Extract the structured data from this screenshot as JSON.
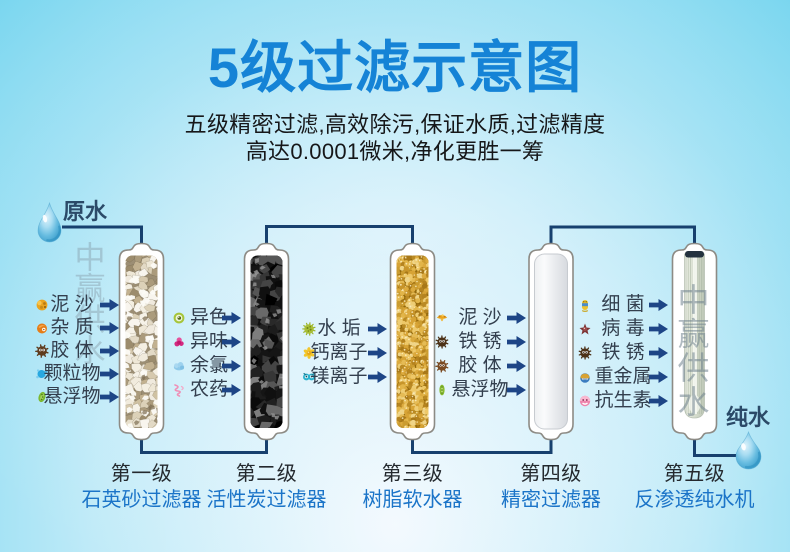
{
  "page": {
    "title": "5级过滤示意图",
    "subtitle_line1": "五级精密过滤,高效除污,保证水质,过滤精度",
    "subtitle_line2": "高达0.0001微米,净化更胜一筹"
  },
  "flow": {
    "source_label": "原水",
    "pure_label": "纯水"
  },
  "watermark": {
    "text": "中赢供水"
  },
  "stages": [
    {
      "tier": "第一级",
      "name": "石英砂过滤器",
      "media": "quartz"
    },
    {
      "tier": "第二级",
      "name": "活性炭过滤器",
      "media": "carbon"
    },
    {
      "tier": "第三级",
      "name": "树脂软水器",
      "media": "resin"
    },
    {
      "tier": "第四级",
      "name": "精密过滤器",
      "media": "pp"
    },
    {
      "tier": "第五级",
      "name": "反渗透纯水机",
      "media": "ro"
    }
  ],
  "contaminant_columns": [
    {
      "items": [
        {
          "icon": "sediment-icon",
          "label": "泥 沙"
        },
        {
          "icon": "impurity-icon",
          "label": "杂 质"
        },
        {
          "icon": "colloid-icon",
          "label": "胶 体"
        },
        {
          "icon": "particle-icon",
          "label": "颗粒物"
        },
        {
          "icon": "suspended-icon",
          "label": "悬浮物"
        }
      ]
    },
    {
      "items": [
        {
          "icon": "odd-color-icon",
          "label": "异色"
        },
        {
          "icon": "odd-smell-icon",
          "label": "异味"
        },
        {
          "icon": "chlorine-icon",
          "label": "余氯"
        },
        {
          "icon": "pesticide-icon",
          "label": "农药"
        }
      ]
    },
    {
      "items": [
        {
          "icon": "scale-icon",
          "label": "水 垢"
        },
        {
          "icon": "calcium-icon",
          "label": "钙离子"
        },
        {
          "icon": "magnesium-icon",
          "label": "镁离子"
        }
      ]
    },
    {
      "items": [
        {
          "icon": "sediment2-icon",
          "label": "泥 沙"
        },
        {
          "icon": "rust-icon",
          "label": "铁 锈"
        },
        {
          "icon": "colloid2-icon",
          "label": "胶 体"
        },
        {
          "icon": "suspended2-icon",
          "label": "悬浮物"
        }
      ]
    },
    {
      "items": [
        {
          "icon": "bacteria-icon",
          "label": "细 菌"
        },
        {
          "icon": "virus-icon",
          "label": "病 毒"
        },
        {
          "icon": "rust2-icon",
          "label": "铁 锈"
        },
        {
          "icon": "heavy-metal-icon",
          "label": "重金属"
        },
        {
          "icon": "antibiotic-icon",
          "label": "抗生素"
        }
      ]
    }
  ],
  "colors": {
    "title_blue": "#1583d6",
    "pipe_navy": "#17406e",
    "arrow_navy": "#1d4586",
    "stage_name_blue": "#1677cc",
    "water_label_navy": "#2b4a68"
  }
}
